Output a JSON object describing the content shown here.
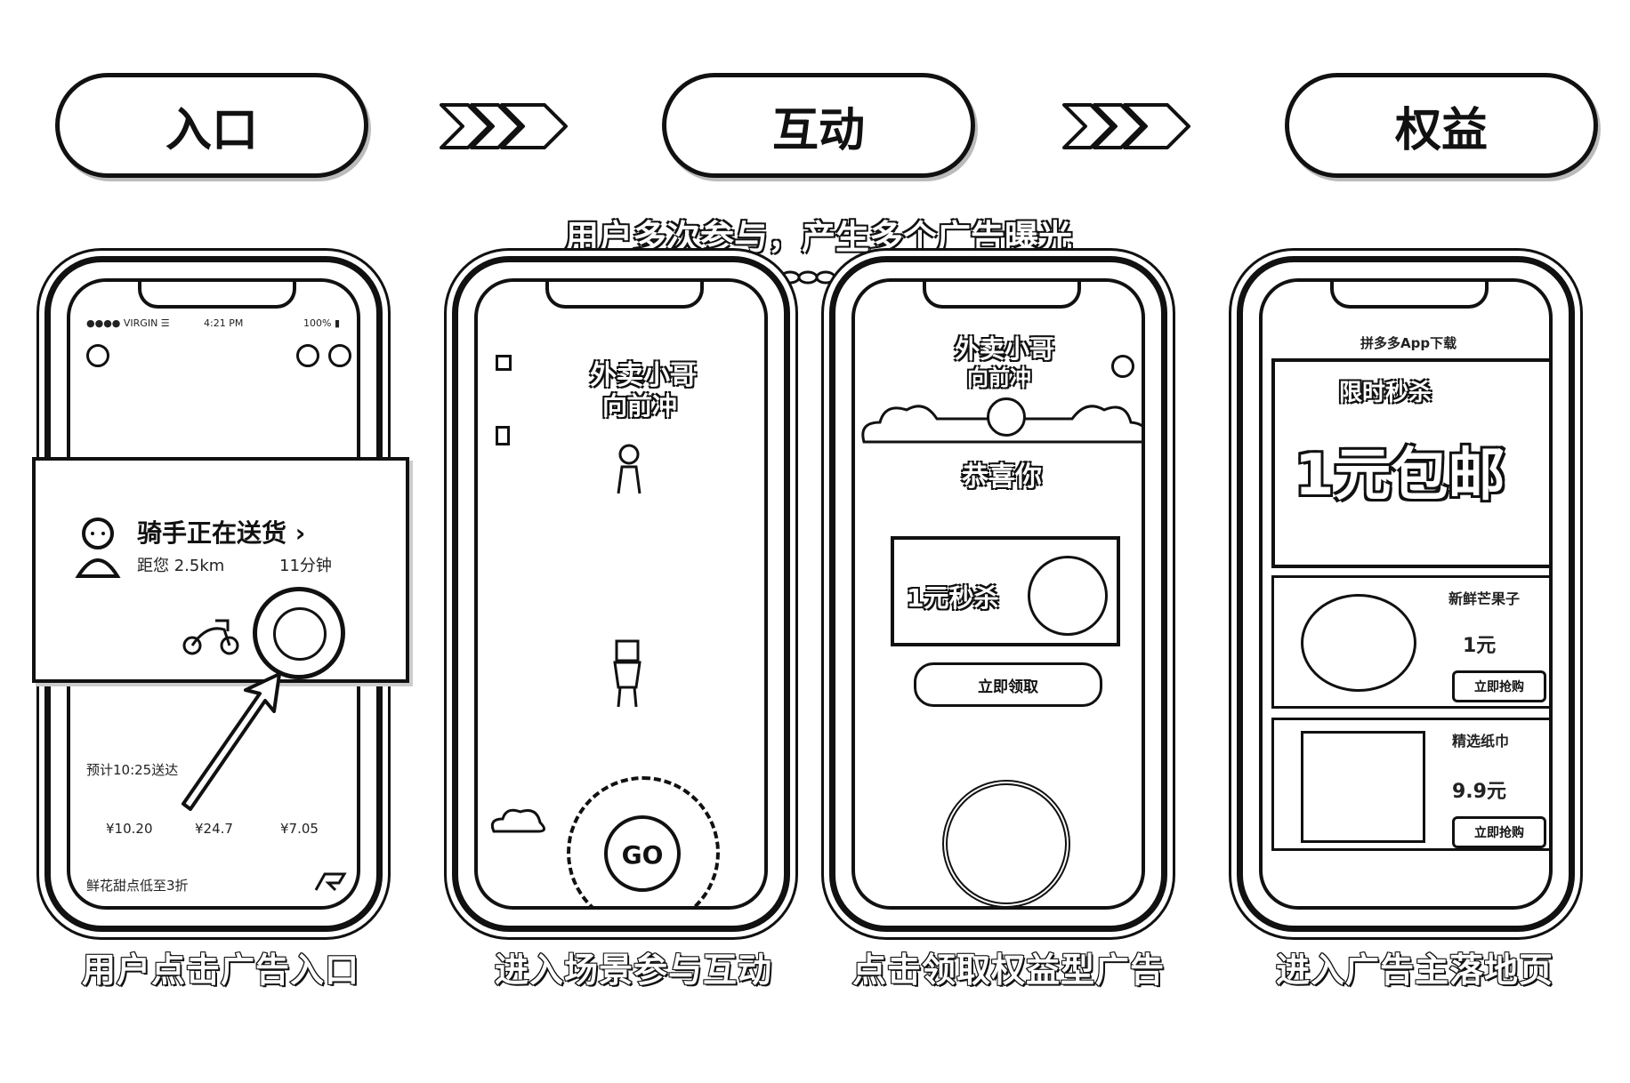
{
  "stages": [
    {
      "label": "入口"
    },
    {
      "label": "互动"
    },
    {
      "label": "权益"
    }
  ],
  "flow_note": "用户多次参与，产生多个广告曝光",
  "captions": [
    "用户点击广告入口",
    "进入场景参与互动",
    "点击领取权益型广告",
    "进入广告主落地页"
  ],
  "phone1": {
    "status_carrier": "●●●● VIRGIN ☰",
    "status_time": "4:21 PM",
    "status_battery": "100% ▮",
    "card_title": "骑手正在送货 ›",
    "card_distance": "距您 2.5km",
    "card_eta": "11分钟",
    "order_text": "预计10:25送达",
    "stats": [
      "¥10.20",
      "¥24.7",
      "¥7.05"
    ],
    "bottom_text": "鲜花甜点低至3折"
  },
  "phone2": {
    "game_title_line1": "外卖小哥",
    "game_title_line2": "向前冲",
    "go_label": "GO"
  },
  "phone3": {
    "game_title_line1": "外卖小哥",
    "game_title_line2": "向前冲",
    "reward_title": "恭喜你",
    "coupon_title": "1元秒杀",
    "claim_label": "立即领取"
  },
  "phone4": {
    "header": "拼多多App下载",
    "banner_tag": "限时秒杀",
    "banner_main": "1元包邮",
    "product1_name": "新鲜芒果子",
    "product1_price": "1元",
    "product1_btn": "立即抢购",
    "product2_name": "精选纸巾",
    "product2_price": "9.9元",
    "product2_btn": "立即抢购"
  }
}
